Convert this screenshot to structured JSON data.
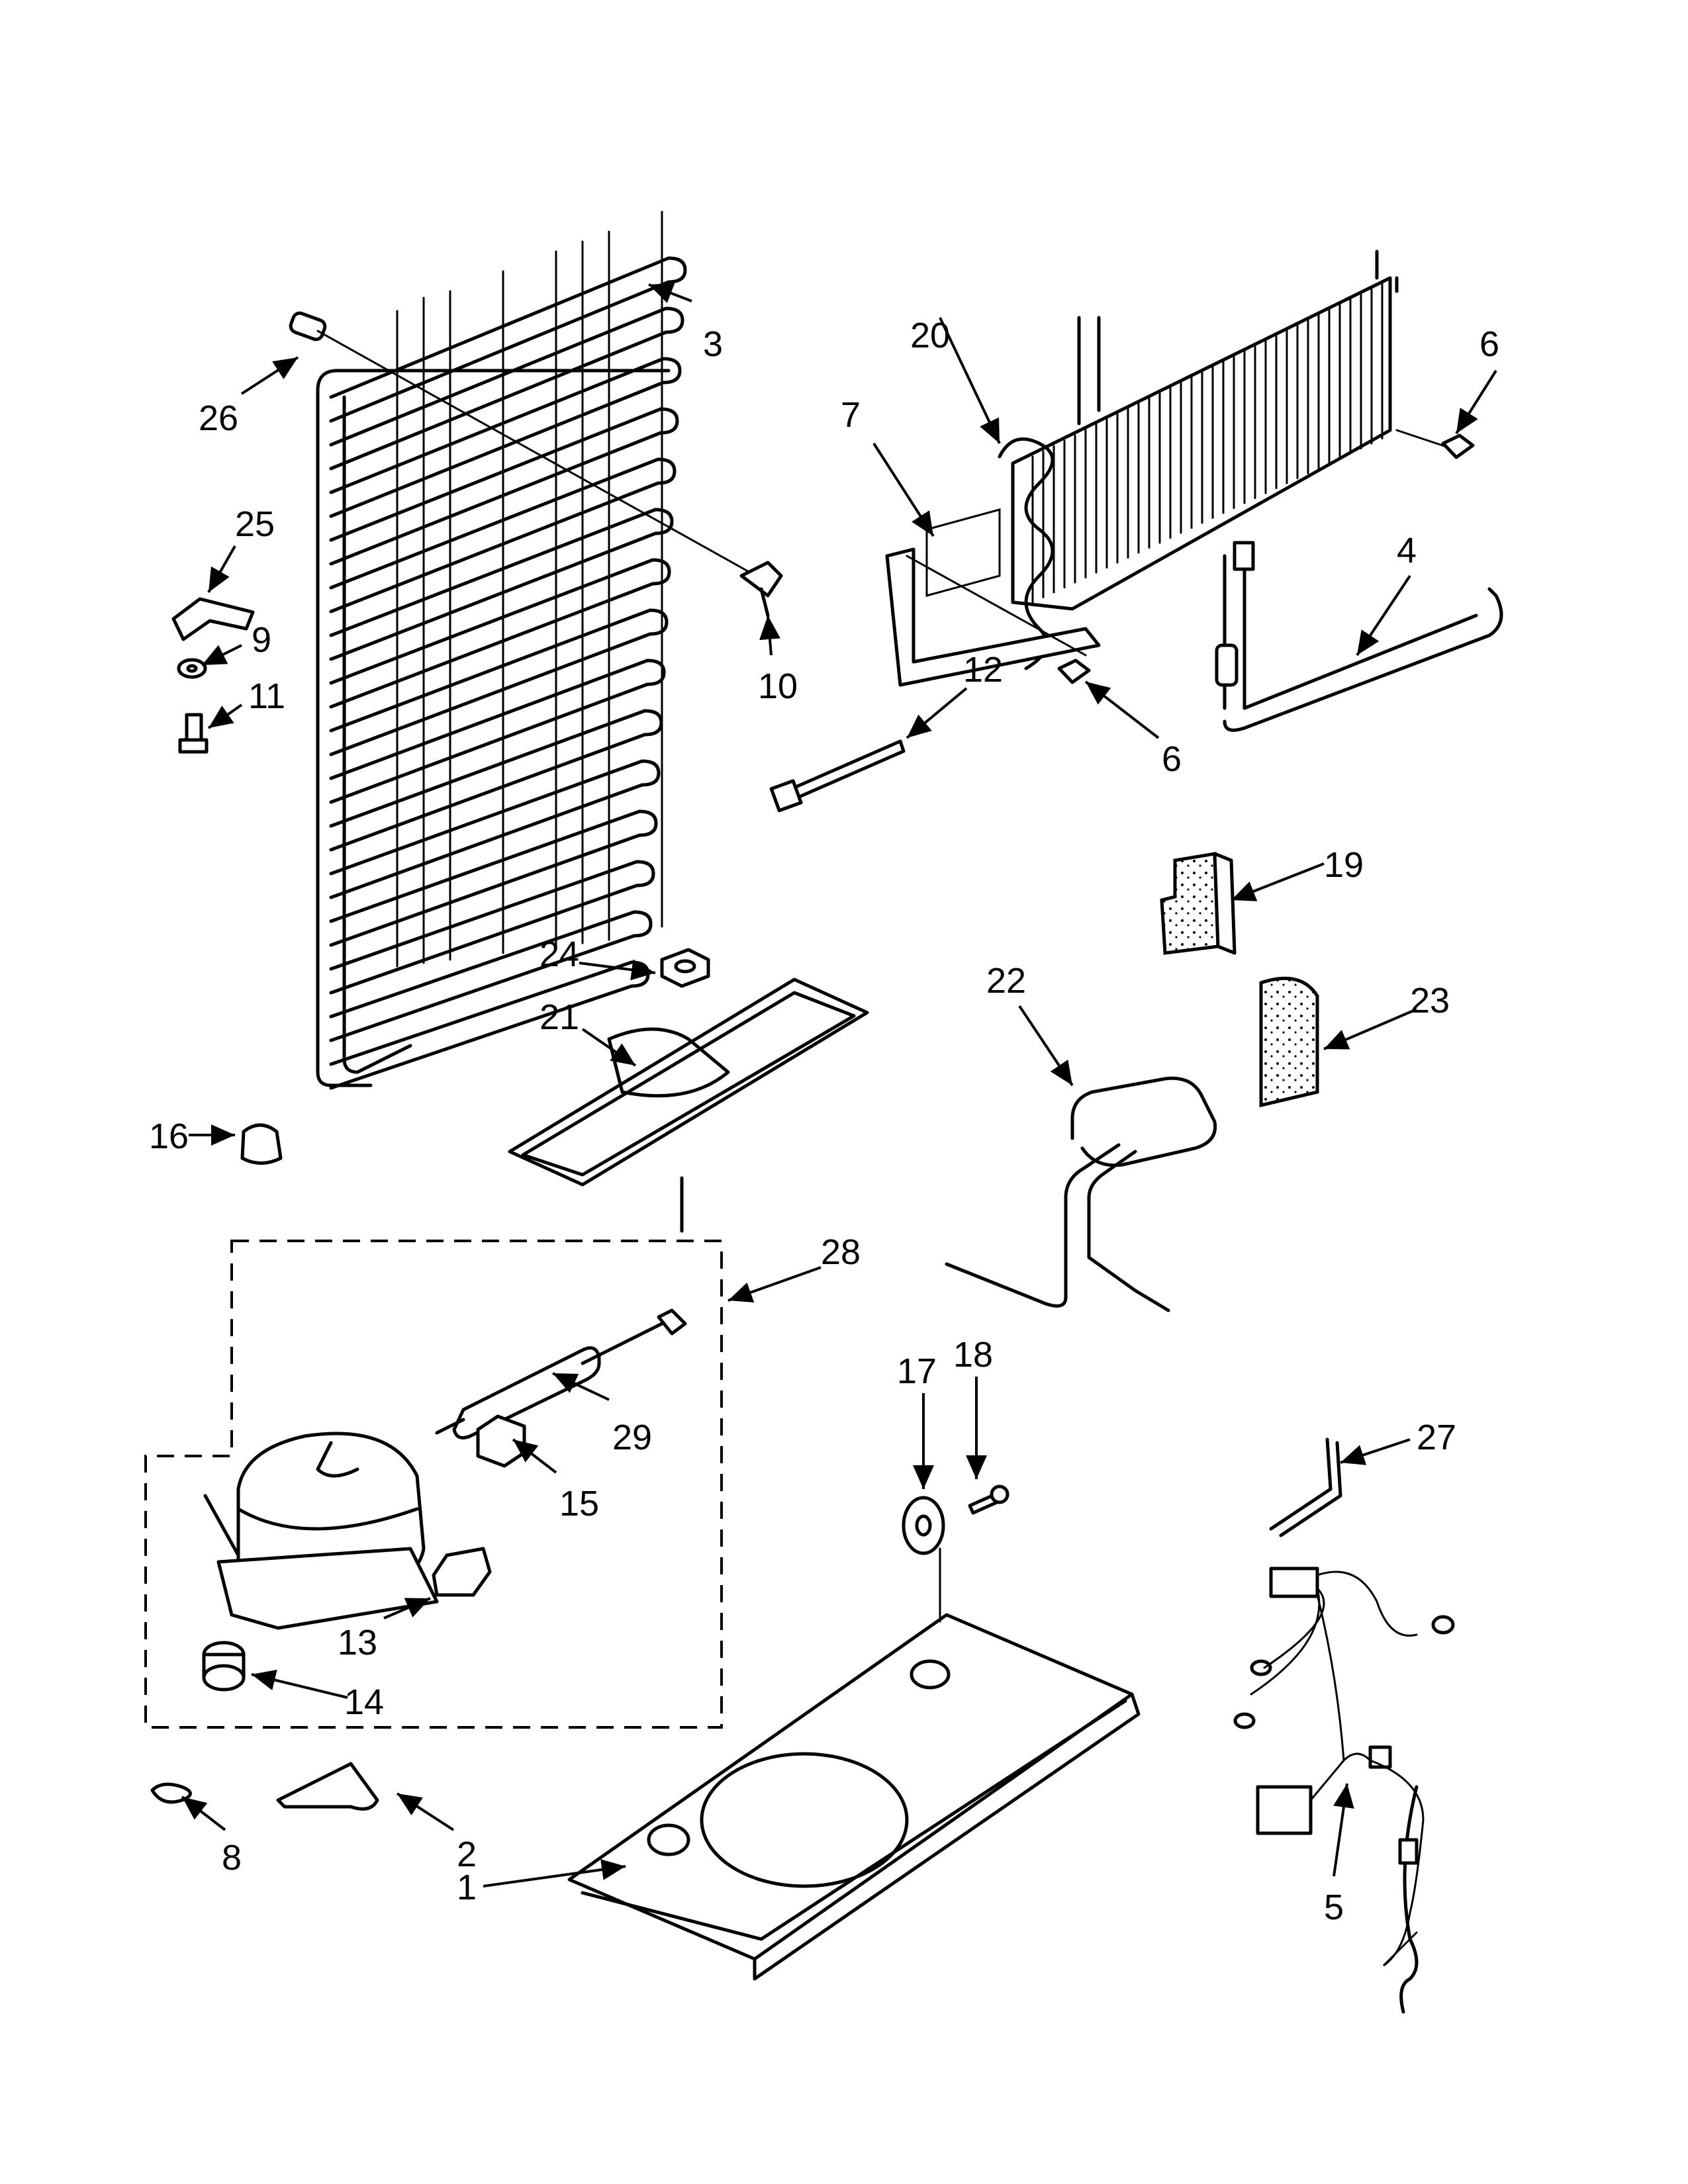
{
  "diagram": {
    "callouts": [
      {
        "id": "1",
        "text": "1"
      },
      {
        "id": "2",
        "text": "2"
      },
      {
        "id": "3",
        "text": "3"
      },
      {
        "id": "4",
        "text": "4"
      },
      {
        "id": "5",
        "text": "5"
      },
      {
        "id": "6a",
        "text": "6"
      },
      {
        "id": "6b",
        "text": "6"
      },
      {
        "id": "7",
        "text": "7"
      },
      {
        "id": "8",
        "text": "8"
      },
      {
        "id": "9",
        "text": "9"
      },
      {
        "id": "10",
        "text": "10"
      },
      {
        "id": "11",
        "text": "11"
      },
      {
        "id": "12",
        "text": "12"
      },
      {
        "id": "13",
        "text": "13"
      },
      {
        "id": "14",
        "text": "14"
      },
      {
        "id": "15",
        "text": "15"
      },
      {
        "id": "16",
        "text": "16"
      },
      {
        "id": "17",
        "text": "17"
      },
      {
        "id": "18",
        "text": "18"
      },
      {
        "id": "19",
        "text": "19"
      },
      {
        "id": "20",
        "text": "20"
      },
      {
        "id": "21",
        "text": "21"
      },
      {
        "id": "22",
        "text": "22"
      },
      {
        "id": "23",
        "text": "23"
      },
      {
        "id": "24",
        "text": "24"
      },
      {
        "id": "25",
        "text": "25"
      },
      {
        "id": "26",
        "text": "26"
      },
      {
        "id": "27",
        "text": "27"
      },
      {
        "id": "28",
        "text": "28"
      },
      {
        "id": "29",
        "text": "29"
      }
    ]
  }
}
